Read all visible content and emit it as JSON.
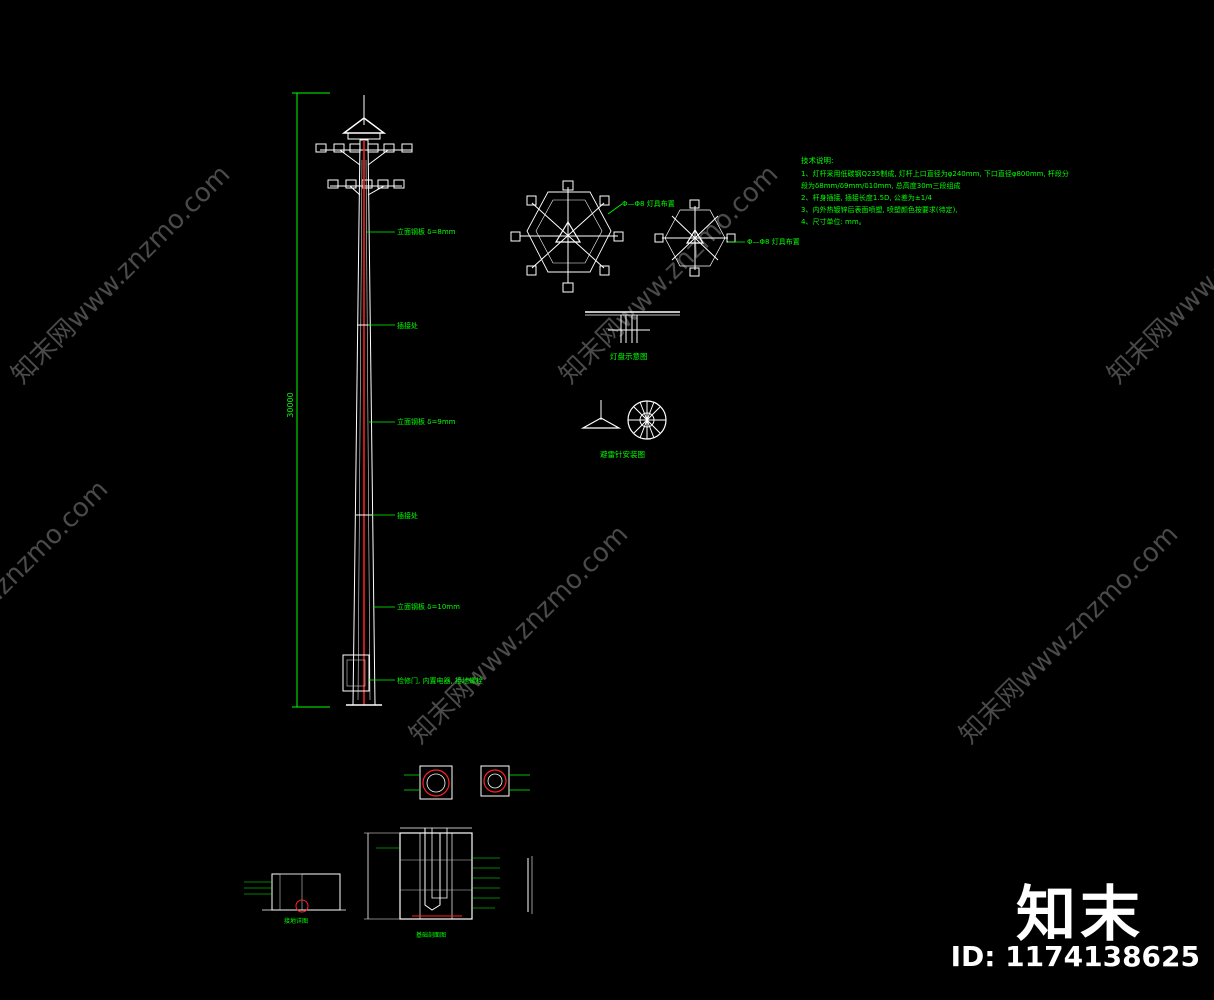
{
  "watermark": {
    "text": "知末网www.znzmo.com",
    "color": "#555555"
  },
  "brand": {
    "logo_text": "知末",
    "id_text": "ID: 1174138625"
  },
  "colors": {
    "background": "#000000",
    "line": "#ffffff",
    "annotation": "#00ff00",
    "centerline": "#ff2222"
  },
  "pole_elevation": {
    "total_height_label": "30000",
    "callouts": [
      "立面钢板 δ=8mm",
      "插接处",
      "立面钢板 δ=9mm",
      "插接处",
      "立面钢板 δ=10mm",
      "检修门, 内置电器, 接地螺栓"
    ]
  },
  "lamp_plan": {
    "callout_large": "Φ—Φ8 灯具布置",
    "callout_small": "Φ—Φ8 灯具布置"
  },
  "lamp_frame": {
    "caption": "灯盘示意图"
  },
  "lightning": {
    "caption": "避雷针安装图"
  },
  "notes": {
    "title": "技术说明:",
    "lines": [
      "1、灯杆采用低碳钢Q235制成, 灯杆上口直径为φ240mm, 下口直径φ800mm, 杆段分",
      "段为δ8mm/δ9mm/δ10mm, 总高度30m三段组成",
      "2、杆身插接, 插接长度1.5D, 公差为±1/4",
      "3、内外热镀锌后表面喷塑, 喷塑颜色按要求(待定),",
      "4、尺寸单位: mm。"
    ]
  },
  "foundation": {
    "section_title": "基础剖面图",
    "detail_title": "接地详图"
  }
}
